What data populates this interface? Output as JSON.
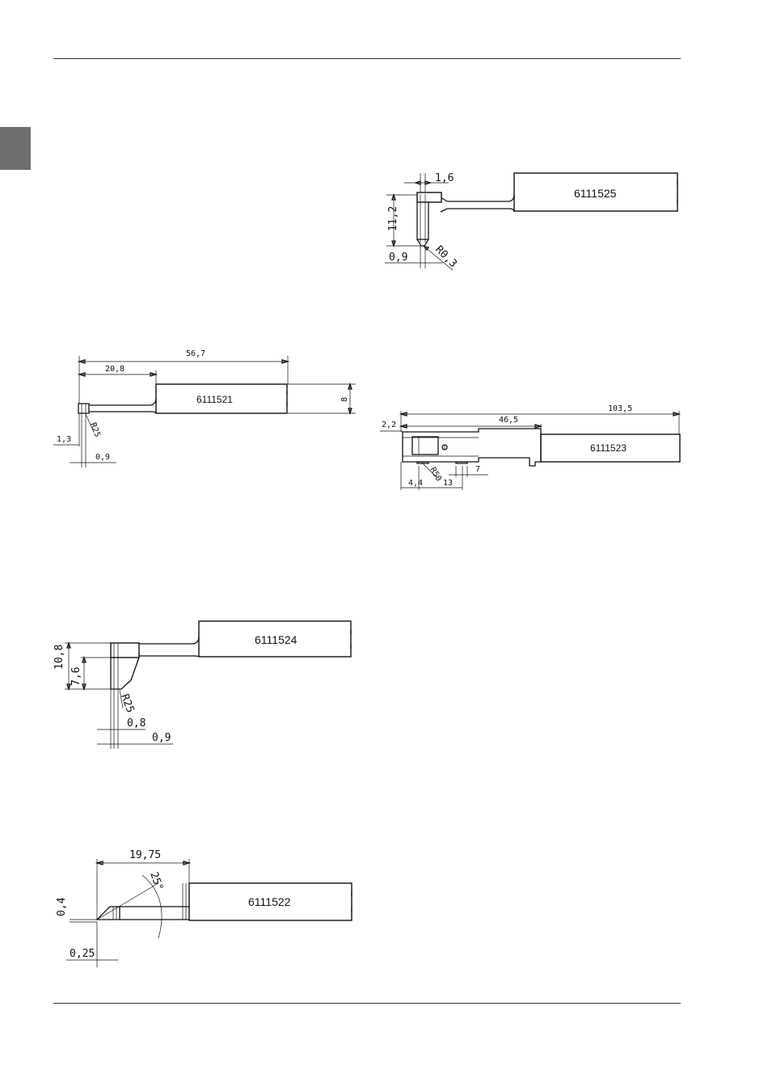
{
  "parts": [
    {
      "part_number": "6111525",
      "dimensions": [
        "1,6",
        "11,2",
        "0,9",
        "R0,3"
      ]
    },
    {
      "part_number": "6111521",
      "dimensions": [
        "56,7",
        "20,8",
        "8",
        "1,3",
        "0,9",
        "R25"
      ]
    },
    {
      "part_number": "6111523",
      "dimensions": [
        "103,5",
        "46,5",
        "2,2",
        "4,4",
        "13",
        "7",
        "R50"
      ]
    },
    {
      "part_number": "6111524",
      "dimensions": [
        "10,8",
        "7,6",
        "0,8",
        "0,9",
        "R25"
      ]
    },
    {
      "part_number": "6111522",
      "dimensions": [
        "19,75",
        "0,4",
        "0,25",
        "25°"
      ]
    }
  ]
}
